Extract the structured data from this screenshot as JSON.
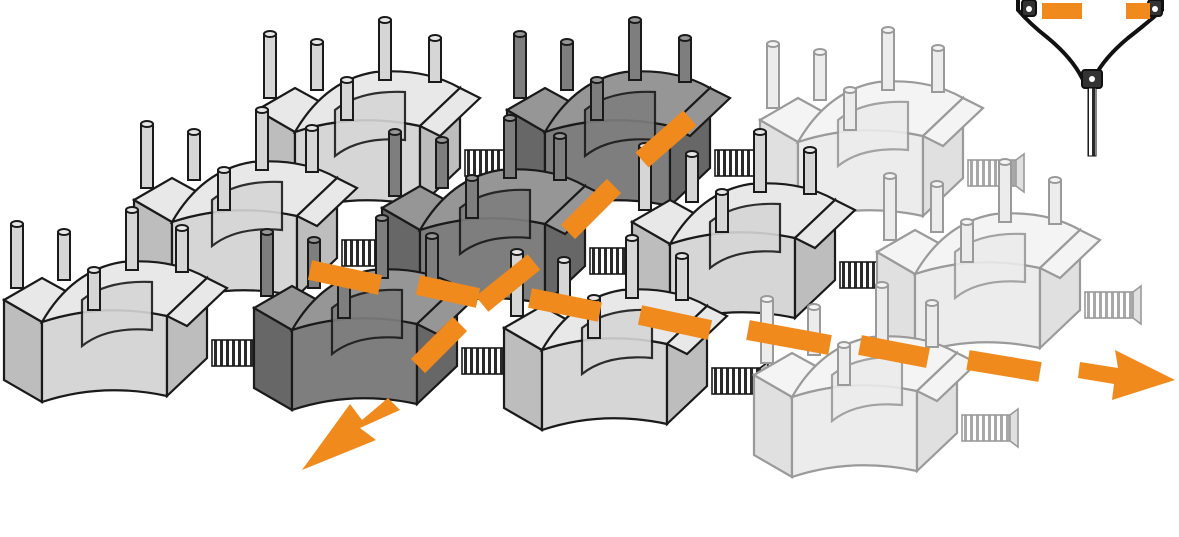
{
  "diagram": {
    "modules": [
      {
        "id": "m-r0-c0",
        "tone": "light"
      },
      {
        "id": "m-r0-c1",
        "tone": "dark"
      },
      {
        "id": "m-r0-c2",
        "tone": "faded"
      },
      {
        "id": "m-r1-c0",
        "tone": "light"
      },
      {
        "id": "m-r1-c1",
        "tone": "dark"
      },
      {
        "id": "m-r1-c2",
        "tone": "light"
      },
      {
        "id": "m-r1-c3",
        "tone": "faded"
      },
      {
        "id": "m-r2-c0",
        "tone": "light"
      },
      {
        "id": "m-r2-c1",
        "tone": "dark"
      },
      {
        "id": "m-r2-c2",
        "tone": "light"
      },
      {
        "id": "m-r2-c3",
        "tone": "faded"
      }
    ],
    "colors": {
      "light_face": "#d6d6d6",
      "light_side": "#bdbdbd",
      "light_top": "#e8e8e8",
      "dark_face": "#7e7e7e",
      "dark_side": "#676767",
      "dark_top": "#969696",
      "faded_face": "#ececec",
      "faded_side": "#e0e0e0",
      "faded_top": "#f4f4f4",
      "outline": "#1a1a1a",
      "faded_outline": "#9a9a9a",
      "arrow": "#f08a1c"
    },
    "arrows": [
      {
        "id": "path-horizontal",
        "direction": "right"
      },
      {
        "id": "path-diagonal",
        "direction": "down-left"
      }
    ],
    "inset": {
      "icon": "zipper-joint-detail-icon"
    }
  }
}
